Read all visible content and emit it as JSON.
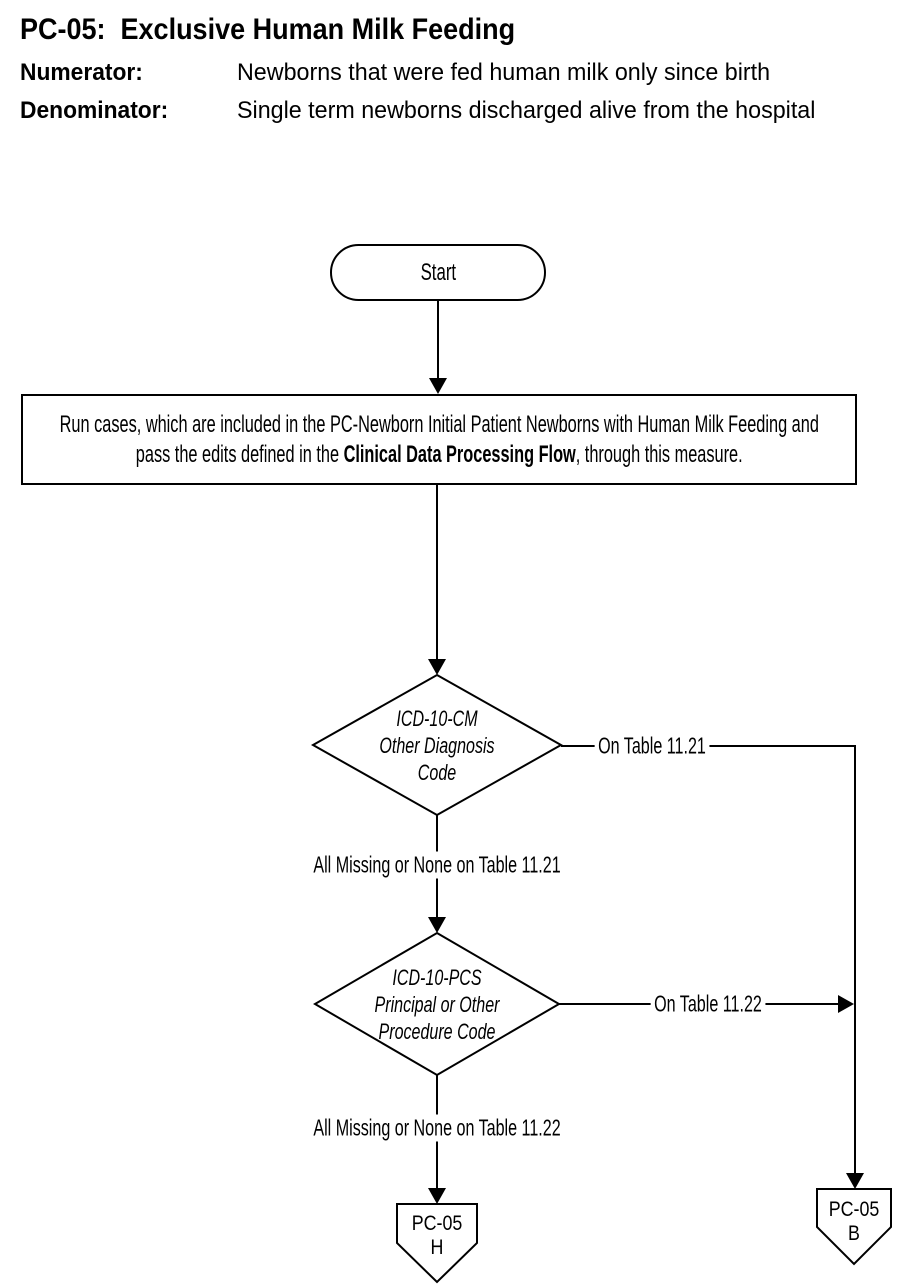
{
  "colors": {
    "ink": "#000000",
    "paper": "#ffffff"
  },
  "header": {
    "title": "PC-05:  Exclusive Human Milk Feeding",
    "numerator_label": "Numerator:",
    "numerator_value": "Newborns that were fed human milk only since birth",
    "denominator_label": "Denominator:",
    "denominator_value": "Single term newborns discharged alive from the hospital"
  },
  "flowchart": {
    "start_label": "Start",
    "process": {
      "line1": "Run cases, which are included in the PC-Newborn Initial Patient Newborns with Human Milk Feeding and",
      "line2_prefix": "pass the edits defined in the ",
      "line2_bold": "Clinical Data Processing Flow",
      "line2_suffix": ", through this measure."
    },
    "decision_diagnosis": {
      "line1": "ICD-10-CM",
      "line2": "Other Diagnosis",
      "line3": "Code",
      "branch_right_label": "On Table 11.21",
      "branch_down_label": "All Missing or None on Table 11.21"
    },
    "decision_procedure": {
      "line1": "ICD-10-PCS",
      "line2": "Principal or Other",
      "line3": "Procedure Code",
      "branch_right_label": "On Table 11.22",
      "branch_down_label": "All Missing or None on Table 11.22"
    },
    "offpage_h": {
      "measure": "PC-05",
      "letter": "H"
    },
    "offpage_b": {
      "measure": "PC-05",
      "letter": "B"
    }
  }
}
